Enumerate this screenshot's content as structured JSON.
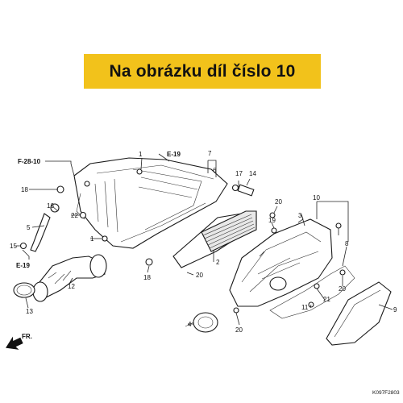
{
  "banner": {
    "text": "Na obrázku díl číslo 10",
    "color": "#f2c21b"
  },
  "diagram": {
    "code": "K097F2803",
    "direction_label": "FR.",
    "references": [
      "F-28-10",
      "E-19",
      "E-19"
    ],
    "part_numbers": [
      "1",
      "1",
      "2",
      "3",
      "4",
      "5",
      "6",
      "7",
      "8",
      "9",
      "10",
      "11",
      "12",
      "13",
      "14",
      "15",
      "16",
      "17",
      "18",
      "18",
      "19",
      "20",
      "20",
      "20",
      "20",
      "21",
      "22"
    ]
  }
}
